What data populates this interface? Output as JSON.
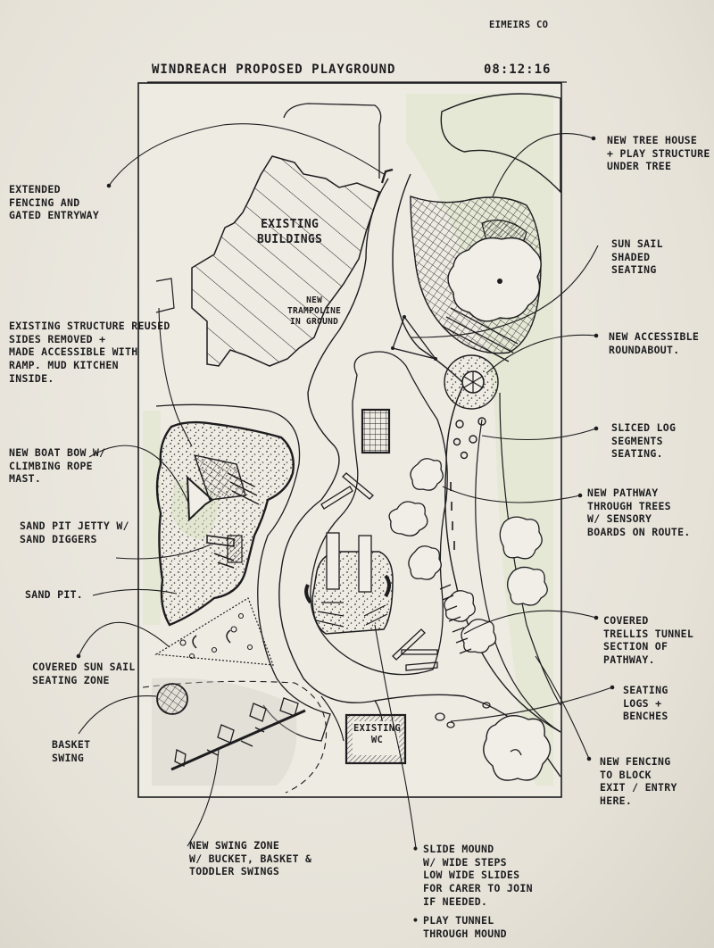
{
  "header": {
    "company": "Eimeirs co",
    "title": "Windreach Proposed Playground",
    "date": "08:12:16"
  },
  "plan": {
    "existing_buildings": "Existing\nBuildings",
    "trampoline": "New\ntrampoline\nin ground",
    "existing_wc": "Existing\nWC"
  },
  "annotations": {
    "fencing_gated": "Extended\nfencing and\ngated entryway",
    "structure_reused": "Existing structure reused\nsides removed +\nmade accessible with\nramp. Mud kitchen\ninside.",
    "boat_bow": "New boat bow w/\nclimbing rope\nmast.",
    "sand_pit_jetty": "Sand pit jetty w/\nsand diggers",
    "sand_pit": "Sand pit.",
    "sun_sail_zone": "Covered sun sail\nseating zone",
    "basket_swing": "Basket\nswing",
    "swing_zone": "New swing zone\nw/ bucket, basket &\ntoddler swings",
    "slide_mound": "Slide mound\nw/ wide steps\nlow wide slides\nfor carer to join\nif needed.",
    "play_tunnel": "Play tunnel\nthrough mound",
    "tree_house": "New tree house\n+ play structure\nunder tree",
    "sun_sail_shaded": "Sun sail\nshaded\nseating",
    "roundabout": "New accessible\nroundabout.",
    "sliced_log": "Sliced log\nsegments\nseating.",
    "new_pathway": "New pathway\nthrough trees\nw/ sensory\nboards on route.",
    "trellis_tunnel": "Covered\ntrellis tunnel\nsection of\npathway.",
    "seating_logs": "Seating\nlogs +\nbenches",
    "new_fencing": "New fencing\nto block\nexit / entry\nhere."
  },
  "bullet_marker": "•",
  "colors": {
    "ink": "#1d1d1f",
    "paper": "#ece8df",
    "green_tint": "#cfe0b4"
  }
}
